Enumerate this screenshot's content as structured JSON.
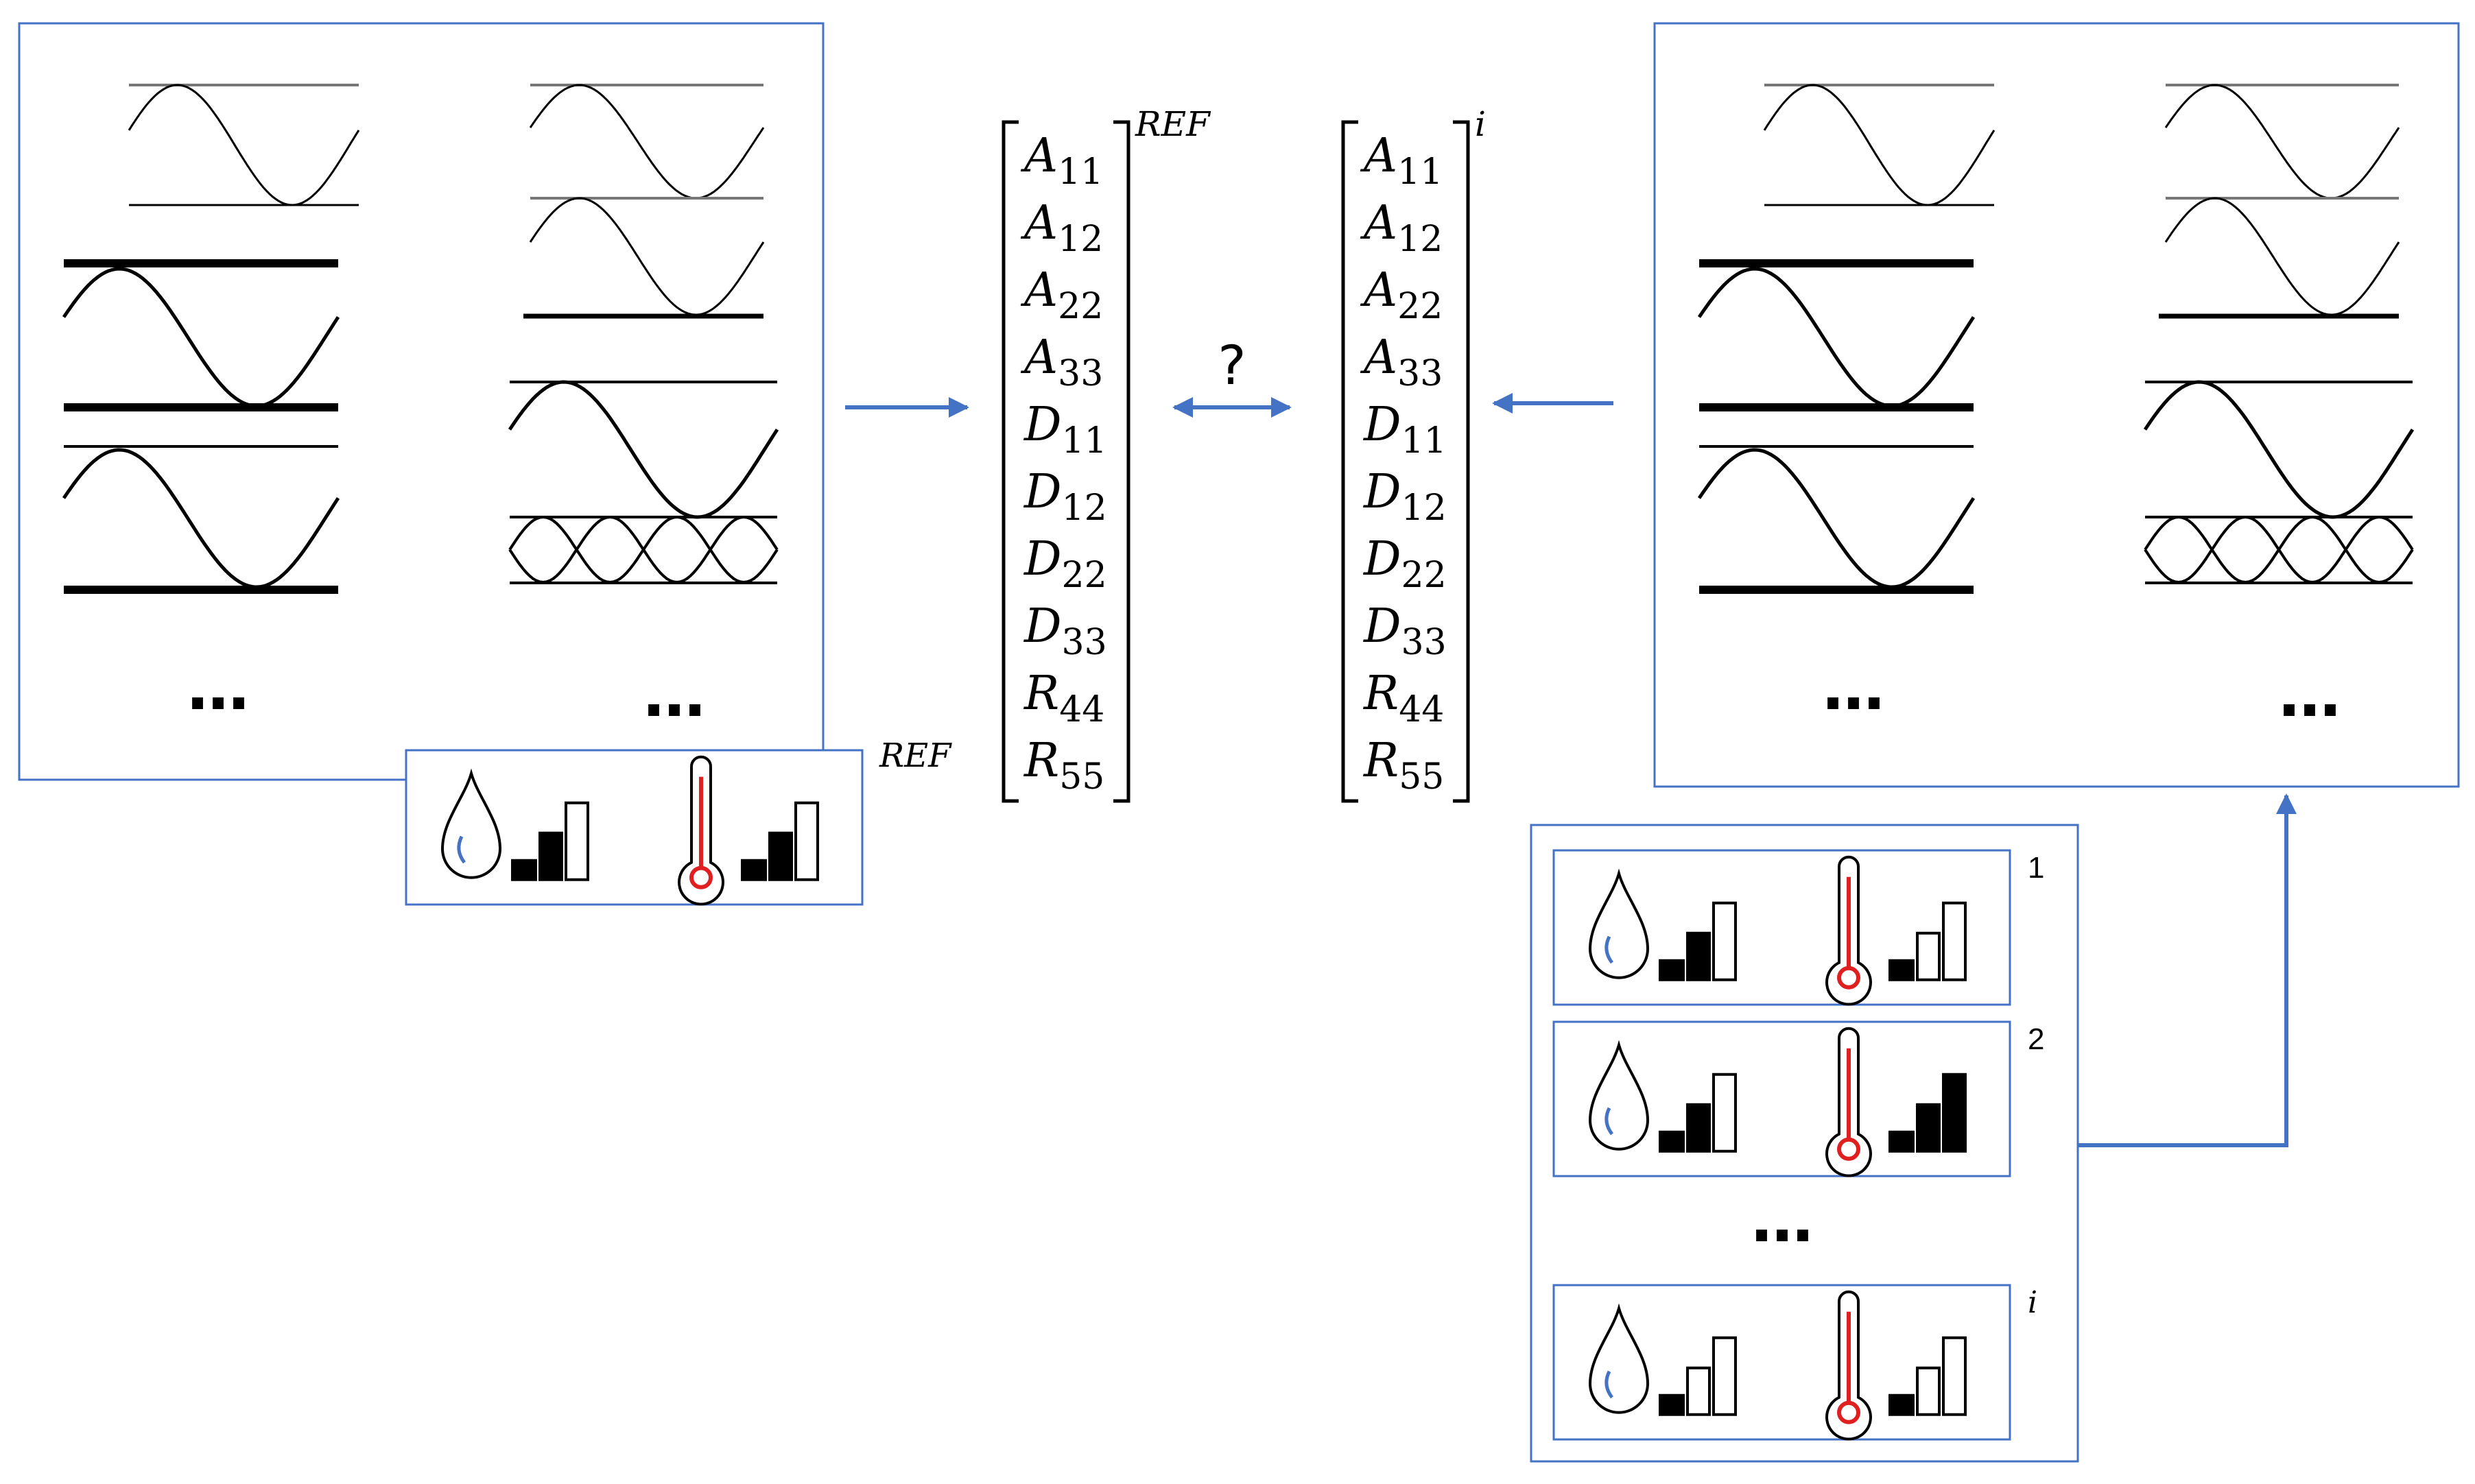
{
  "colors": {
    "frame": "#4472C4",
    "arrow": "#4472C4",
    "thermometer": "#E02020",
    "drop_accent": "#4472C4",
    "ink": "#000000"
  },
  "reference": {
    "superscript": "REF",
    "ellipsis": "…",
    "humidity_level": 2,
    "temperature_level": 2
  },
  "matrix_ref": {
    "superscript": "REF",
    "terms": [
      {
        "base": "A",
        "sub": "11"
      },
      {
        "base": "A",
        "sub": "12"
      },
      {
        "base": "A",
        "sub": "22"
      },
      {
        "base": "A",
        "sub": "33"
      },
      {
        "base": "D",
        "sub": "11"
      },
      {
        "base": "D",
        "sub": "12"
      },
      {
        "base": "D",
        "sub": "22"
      },
      {
        "base": "D",
        "sub": "33"
      },
      {
        "base": "R",
        "sub": "44"
      },
      {
        "base": "R",
        "sub": "55"
      }
    ]
  },
  "matrix_i": {
    "superscript": "i",
    "terms": [
      {
        "base": "A",
        "sub": "11"
      },
      {
        "base": "A",
        "sub": "12"
      },
      {
        "base": "A",
        "sub": "22"
      },
      {
        "base": "A",
        "sub": "33"
      },
      {
        "base": "D",
        "sub": "11"
      },
      {
        "base": "D",
        "sub": "12"
      },
      {
        "base": "D",
        "sub": "22"
      },
      {
        "base": "D",
        "sub": "33"
      },
      {
        "base": "R",
        "sub": "44"
      },
      {
        "base": "R",
        "sub": "55"
      }
    ]
  },
  "comparison_symbol": "?",
  "conditions": {
    "ellipsis": "…",
    "items": [
      {
        "label": "1",
        "humidity_level": 2,
        "temperature_level": 1
      },
      {
        "label": "2",
        "humidity_level": 2,
        "temperature_level": 3
      },
      {
        "label": "i",
        "humidity_level": 1,
        "temperature_level": 1
      }
    ]
  },
  "target": {
    "ellipsis": "…"
  }
}
